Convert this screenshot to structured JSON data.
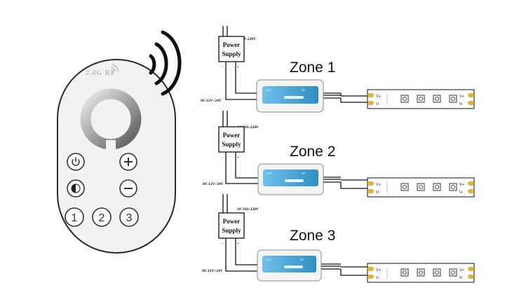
{
  "remote": {
    "brand": "2.4G RF",
    "buttons": {
      "num1": "1",
      "num2": "2",
      "num3": "3"
    }
  },
  "labels": {
    "power_line1": "Power",
    "power_line2": "Supply",
    "ac": "AC110~220V",
    "dc": "DC12V~24V",
    "minus": "-",
    "plus": "+",
    "vplus": "V+",
    "vminus": "V-"
  },
  "zones": [
    {
      "name": "Zone 1"
    },
    {
      "name": "Zone 2"
    },
    {
      "name": "Zone 3"
    }
  ],
  "colors": {
    "controller_blue": "#4aa7d8",
    "controller_body": "#f4f4f4",
    "remote_body": "#f2f2f2",
    "strip_pad": "#e0b330"
  }
}
